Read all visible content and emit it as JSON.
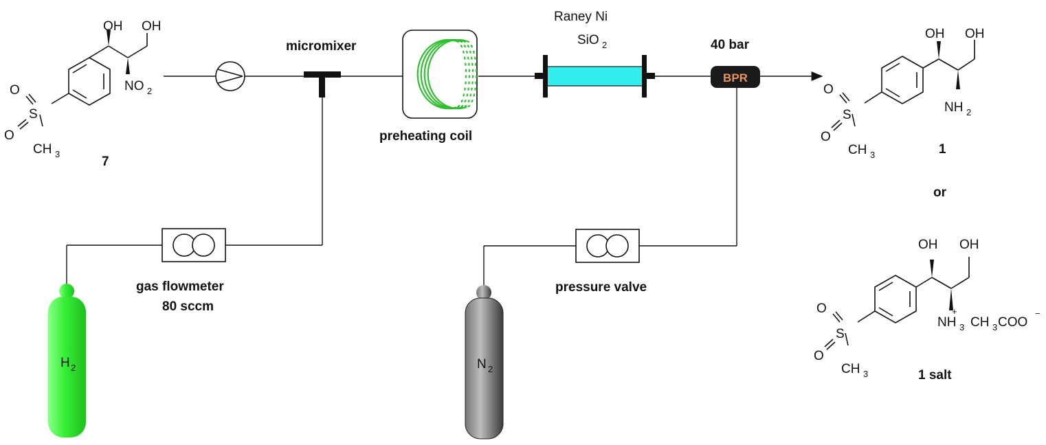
{
  "compound_start": {
    "number": "7",
    "atoms": {
      "oh1": "OH",
      "oh2": "OH",
      "nitro": "NO",
      "nitro_sub": "2",
      "o_top": "O",
      "o_left": "O",
      "s": "S",
      "methyl": "CH",
      "methyl_sub": "3"
    }
  },
  "equipment": {
    "micromixer": "micromixer",
    "preheating_coil": "preheating coil",
    "catalyst_line1": "Raney Ni",
    "catalyst_line2": "SiO",
    "catalyst_line2_sub": "2",
    "pressure": "40 bar",
    "bpr": "BPR",
    "gas_flowmeter": "gas flowmeter",
    "gas_flow_rate": "80 sccm",
    "pressure_valve": "pressure valve"
  },
  "cylinders": {
    "h2": {
      "label": "H",
      "sub": "2",
      "color": "#33ee33"
    },
    "n2": {
      "label": "N",
      "sub": "2",
      "color": "#555555"
    }
  },
  "products": {
    "amine": {
      "number": "1",
      "atoms": {
        "oh1": "OH",
        "oh2": "OH",
        "nh": "NH",
        "nh_sub": "2",
        "o_top": "O",
        "o_left": "O",
        "s": "S",
        "methyl": "CH",
        "methyl_sub": "3"
      }
    },
    "or": "or",
    "salt": {
      "number": "1 salt",
      "atoms": {
        "oh1": "OH",
        "oh2": "OH",
        "nh": "NH",
        "nh_sub": "3",
        "plus": "+",
        "acetate": "CH",
        "acetate_sub": "3",
        "acetate_rest": "COO",
        "minus": "−",
        "o_top": "O",
        "o_left": "O",
        "s": "S",
        "methyl": "CH",
        "methyl_sub": "3"
      }
    }
  },
  "colors": {
    "reactor": "#33eeee",
    "bpr_bg": "#1a1a1a",
    "bpr_text": "#e8945a",
    "coil": "#2fbf2f"
  }
}
